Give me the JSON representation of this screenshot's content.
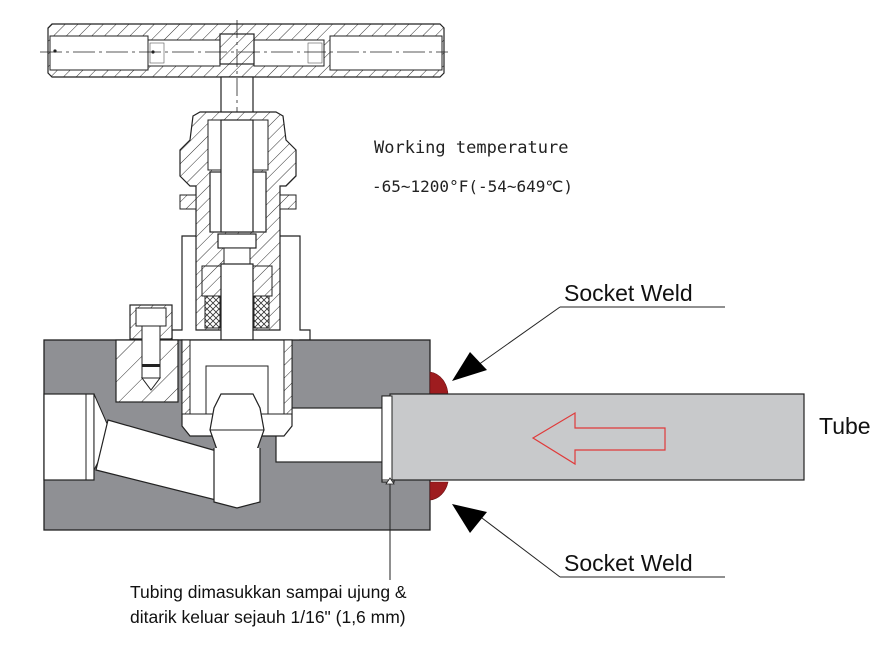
{
  "diagram": {
    "title": "Needle valve socket weld installation",
    "working_temperature": {
      "label": "Working temperature",
      "range": "-65~1200°F(-54~649℃)"
    },
    "callouts": {
      "socket_weld_top": "Socket Weld",
      "socket_weld_bottom": "Socket Weld",
      "tube": "Tube"
    },
    "note": {
      "line1": "Tubing dimasukkan sampai ujung &",
      "line2": "ditarik keluar sejauh 1/16\" (1,6 mm)"
    },
    "colors": {
      "body_fill": "#8f9094",
      "tube_fill": "#c8c9cb",
      "weld_fill": "#9e1c1f",
      "flow_arrow": "#e03a3a",
      "line": "#222222"
    },
    "flow_direction": "left"
  }
}
